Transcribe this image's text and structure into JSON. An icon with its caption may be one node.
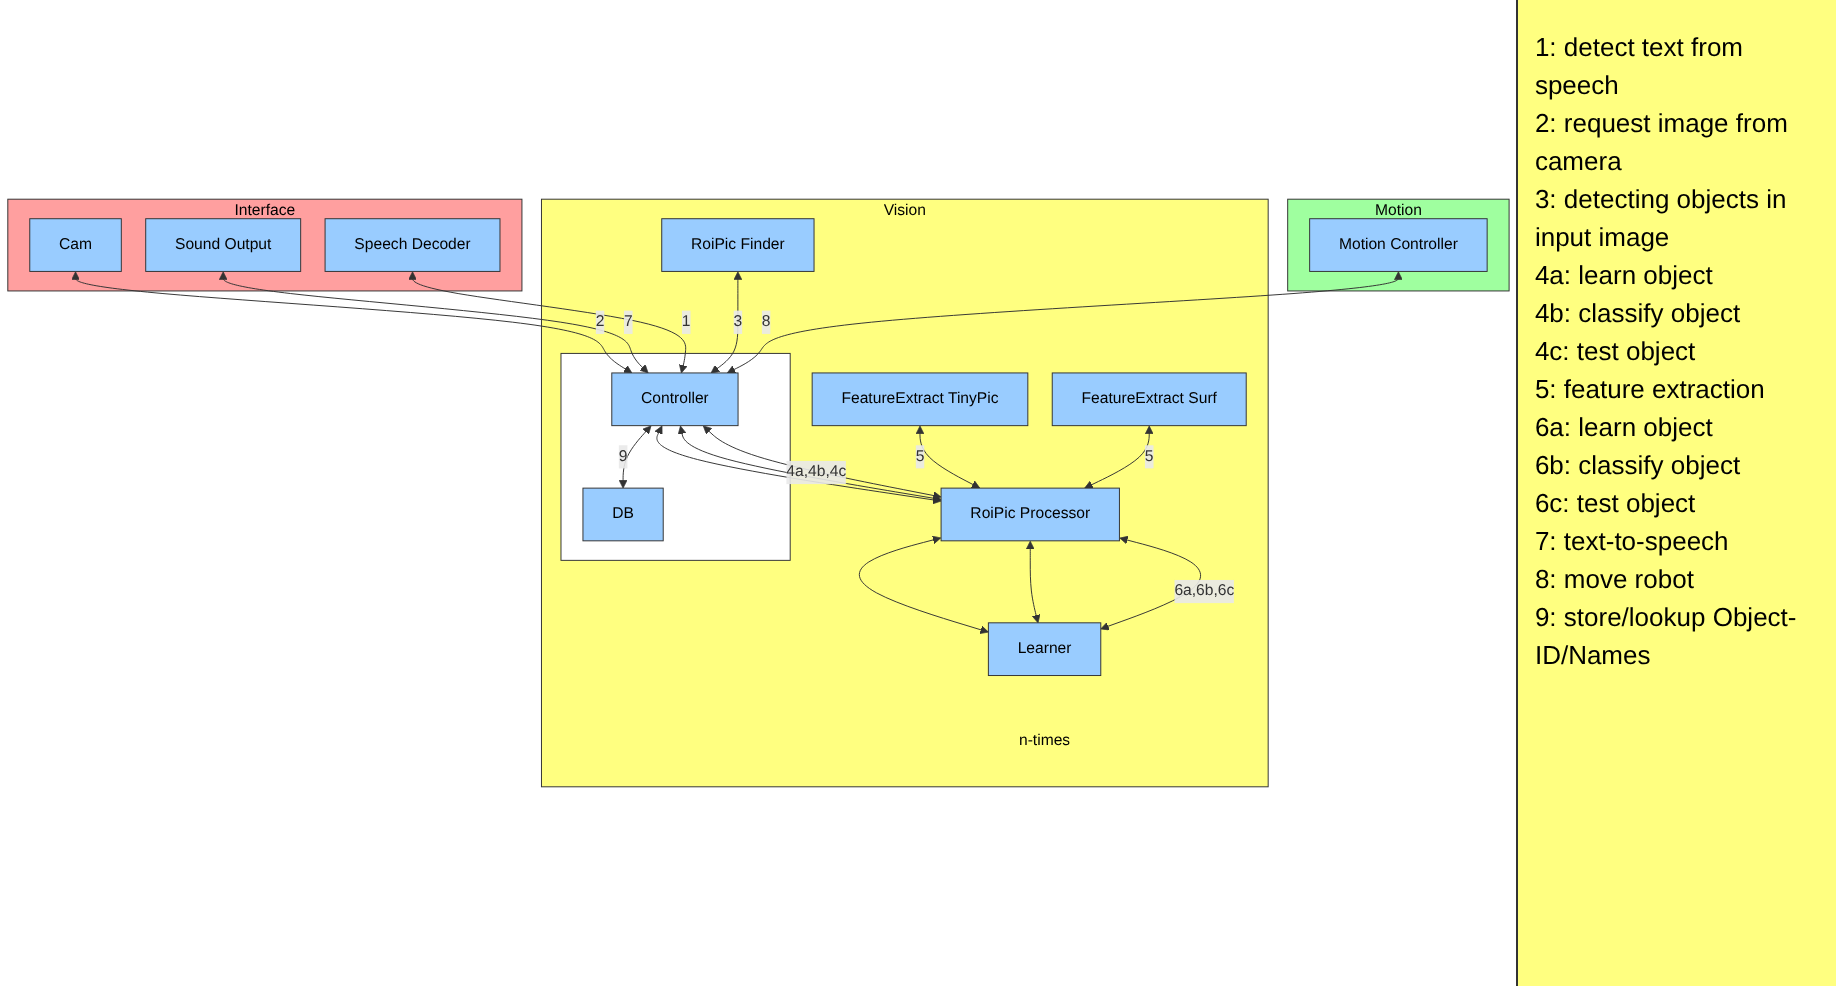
{
  "diagram": {
    "nodes": [
      {
        "text": [
          "Interface"
        ]
      },
      {
        "text": [
          "Cam"
        ],
        "in": 0
      },
      {
        "text": [
          "Sound Output"
        ],
        "in": 0
      },
      {
        "text": [
          "Speech Decoder"
        ],
        "in": 0
      },
      {
        "text": [
          "Motion"
        ]
      },
      {
        "text": [
          "Motion Controller"
        ],
        "in": 4
      },
      {
        "text": [
          "Vision"
        ]
      },
      {
        "text": [],
        "shape": "box",
        "in": 6
      },
      {
        "text": [
          "RoiPic Finder"
        ],
        "in": 6
      },
      {
        "text": [
          "Controller"
        ],
        "in": 7
      },
      {
        "text": [
          "DB"
        ],
        "in": 7
      },
      {
        "text": [
          "FeatureExtract TinyPic"
        ],
        "in": 6
      },
      {
        "text": [
          "RoiPic Processor"
        ],
        "in": 6
      },
      {
        "text": [
          "FeatureExtract Surf"
        ],
        "in": 6
      },
      {
        "text": [
          "Learner"
        ],
        "in": 6,
        "beside": [
          "n-times"
        ]
      }
    ],
    "edges": [
      {
        "from": 1,
        "to": 9,
        "arrow": "both",
        "label": "2"
      },
      {
        "from": 2,
        "to": 9,
        "arrow": "both",
        "label": "7"
      },
      {
        "from": 3,
        "to": 9,
        "arrow": "both",
        "label": "1"
      },
      {
        "from": 5,
        "to": 9,
        "arrow": "both",
        "label": "8"
      },
      {
        "from": 8,
        "to": 9,
        "arrow": "both",
        "label": "3"
      },
      {
        "from": 9,
        "to": 10,
        "arrow": "both",
        "label": "9"
      },
      {
        "from": 9,
        "to": 12,
        "arrow": "both"
      },
      {
        "from": 9,
        "to": 12,
        "arrow": "both"
      },
      {
        "from": 9,
        "to": 12,
        "arrow": "both",
        "label": "4a,4b,4c"
      },
      {
        "from": 11,
        "to": 12,
        "arrow": "both",
        "label": "5"
      },
      {
        "from": 13,
        "to": 12,
        "arrow": "both",
        "label": "5"
      },
      {
        "from": 12,
        "to": 14,
        "arrow": "both"
      },
      {
        "from": 12,
        "to": 14,
        "arrow": "both"
      },
      {
        "from": 12,
        "to": 14,
        "arrow": "both",
        "label": "6a,6b,6c"
      }
    ],
    "labels": [
      "1: detect text from speech",
      "2: request image from camera",
      "3: detecting objects in input image",
      "4a: learn object",
      "4b: classify object",
      "4c: test object",
      "5: feature extraction",
      "6a: learn object",
      "6b: classify object",
      "6c: test object",
      "7: text-to-speech",
      "8: move robot",
      "9: store/lookup Object-ID/Names"
    ]
  }
}
